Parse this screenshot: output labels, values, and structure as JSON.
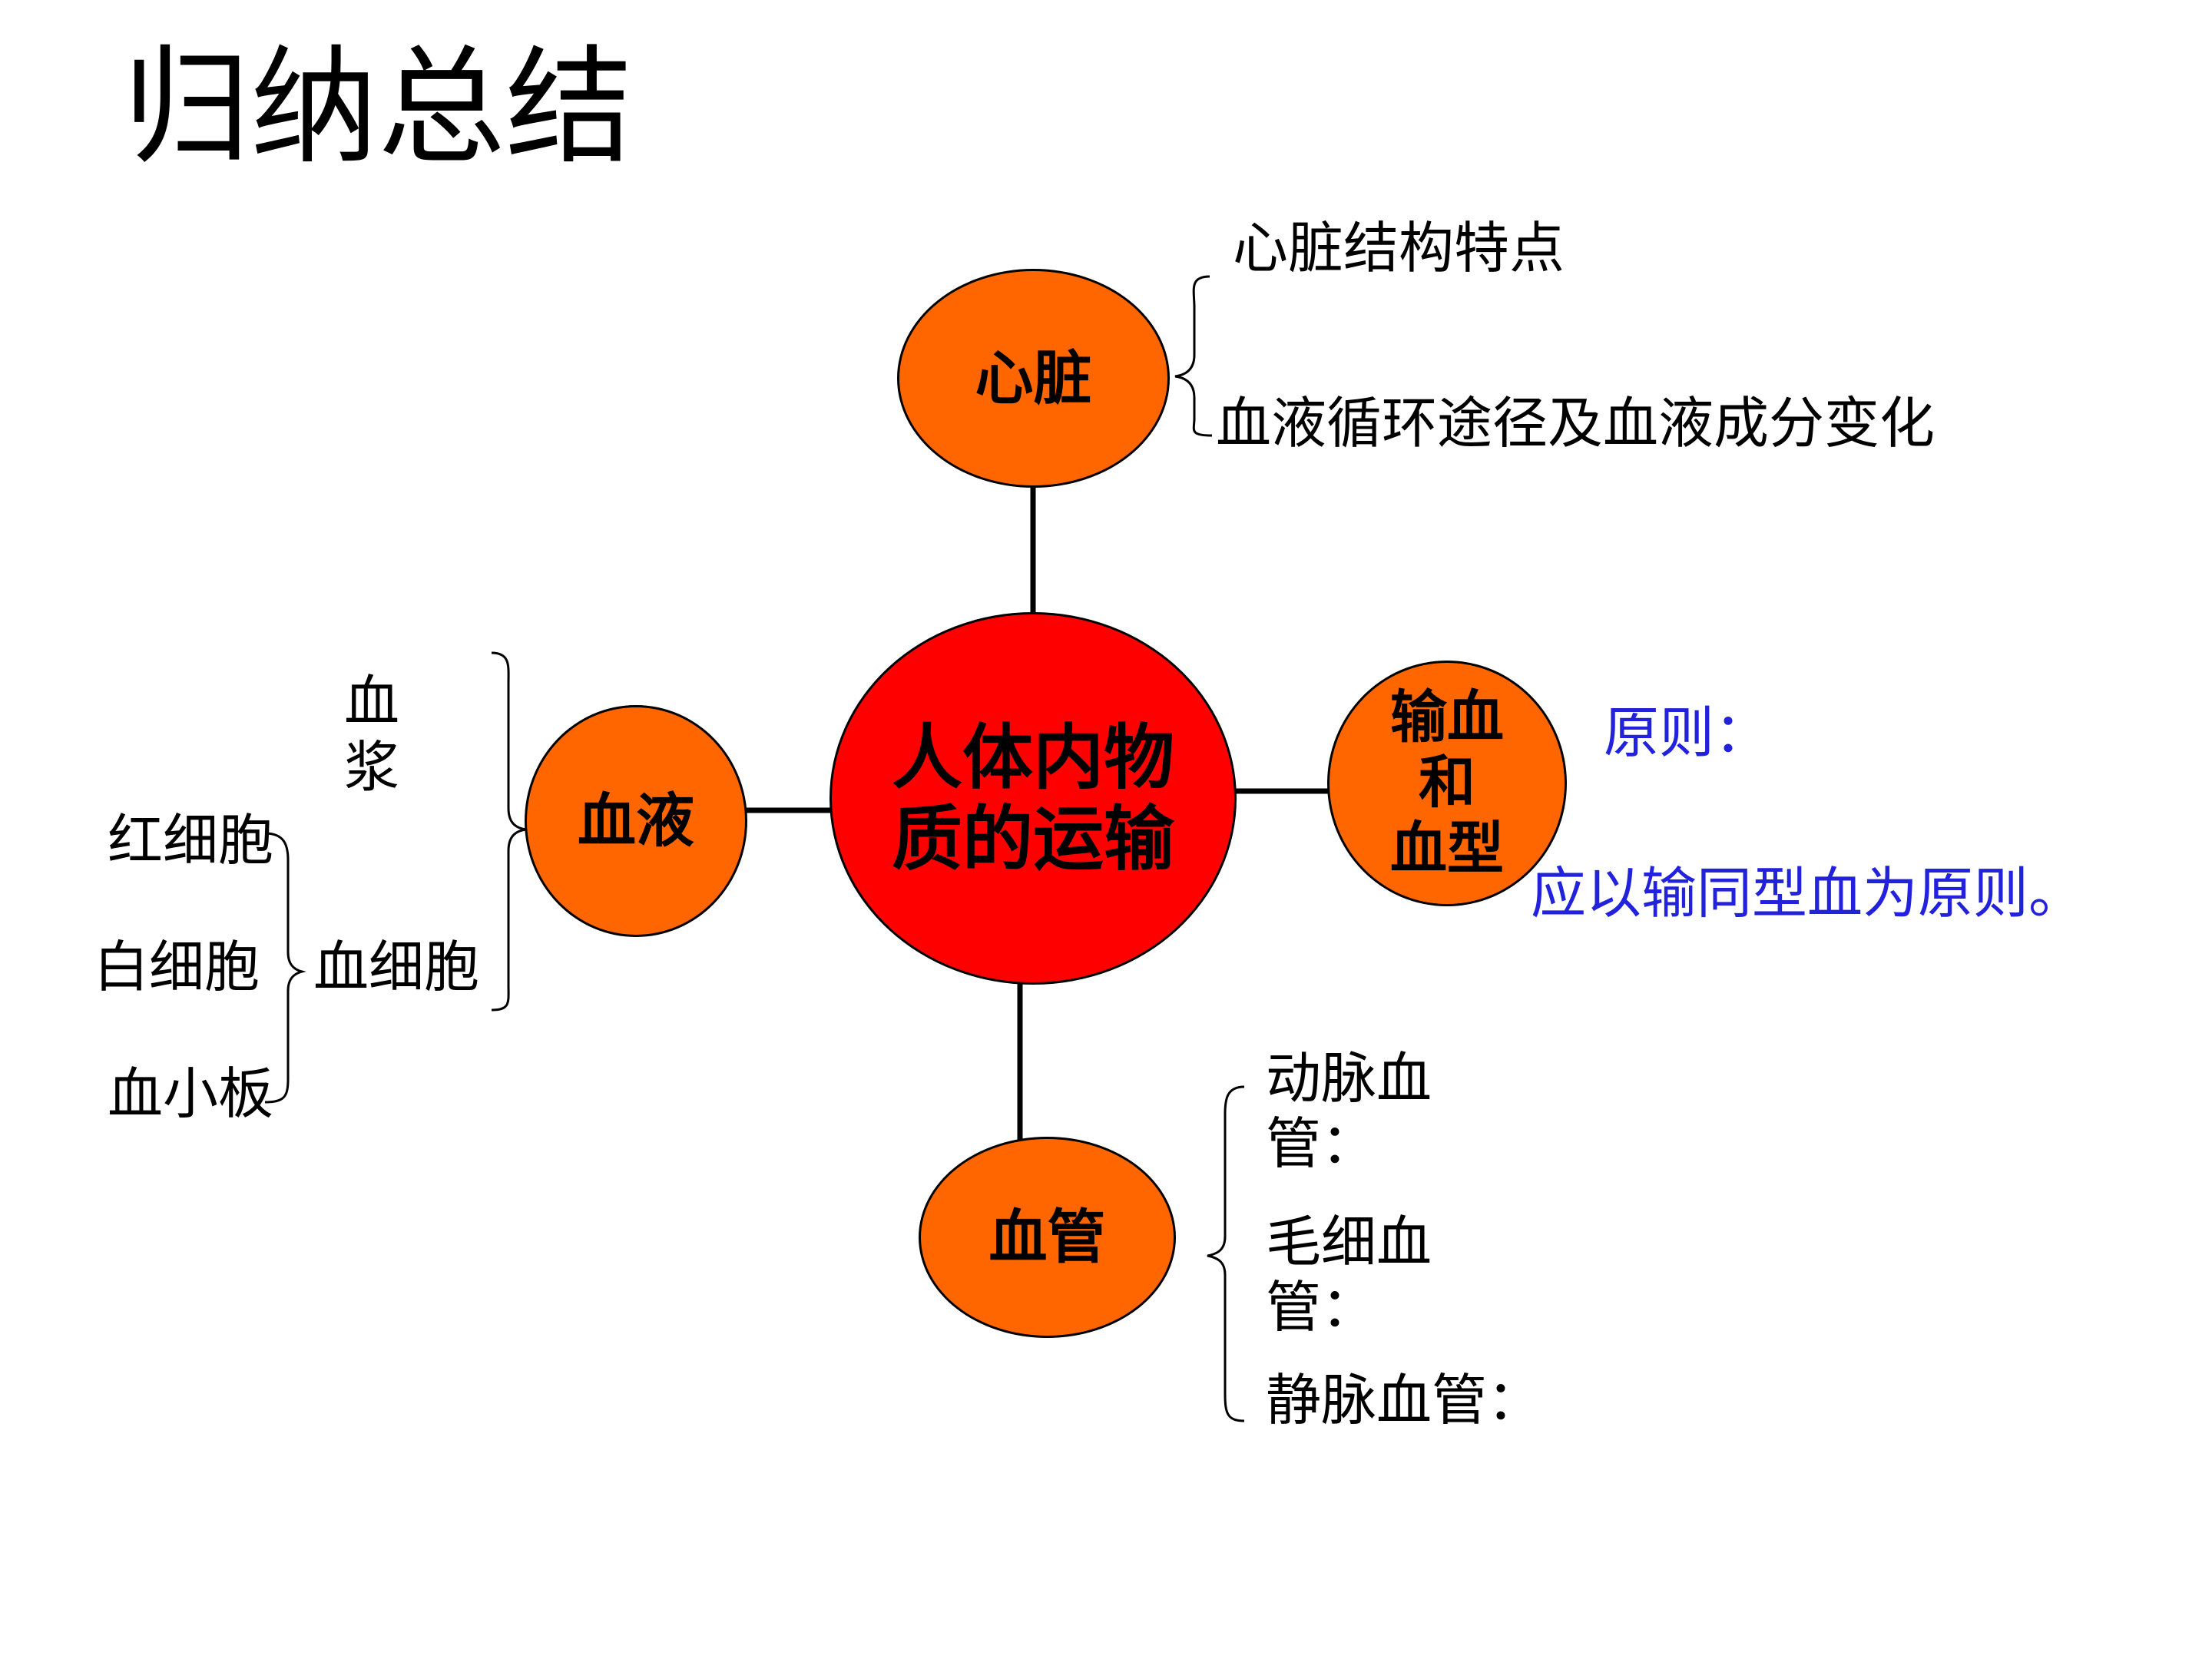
{
  "title": "归纳总结",
  "colors": {
    "center_fill": "#ff0000",
    "node_fill": "#ff6600",
    "note_text": "#2222dd",
    "line": "#000000"
  },
  "center": {
    "label": "人体内物\n质的运输"
  },
  "branches": {
    "heart": {
      "label": "心脏",
      "items": [
        "心脏结构特点",
        "血液循环途径及血液成分变化"
      ]
    },
    "blood": {
      "label": "血液",
      "plasma": "血\n浆",
      "cells": "血细胞",
      "cell_types": [
        "红细胞",
        "白细胞",
        "血小板"
      ]
    },
    "transfusion": {
      "label": "输血\n和\n血型",
      "principle_label": "原则：",
      "principle_text": "应以输同型血为原则。"
    },
    "vessels": {
      "label": "血管",
      "items": [
        "动脉血\n管：",
        "毛细血\n管：",
        "静脉血管："
      ]
    }
  }
}
